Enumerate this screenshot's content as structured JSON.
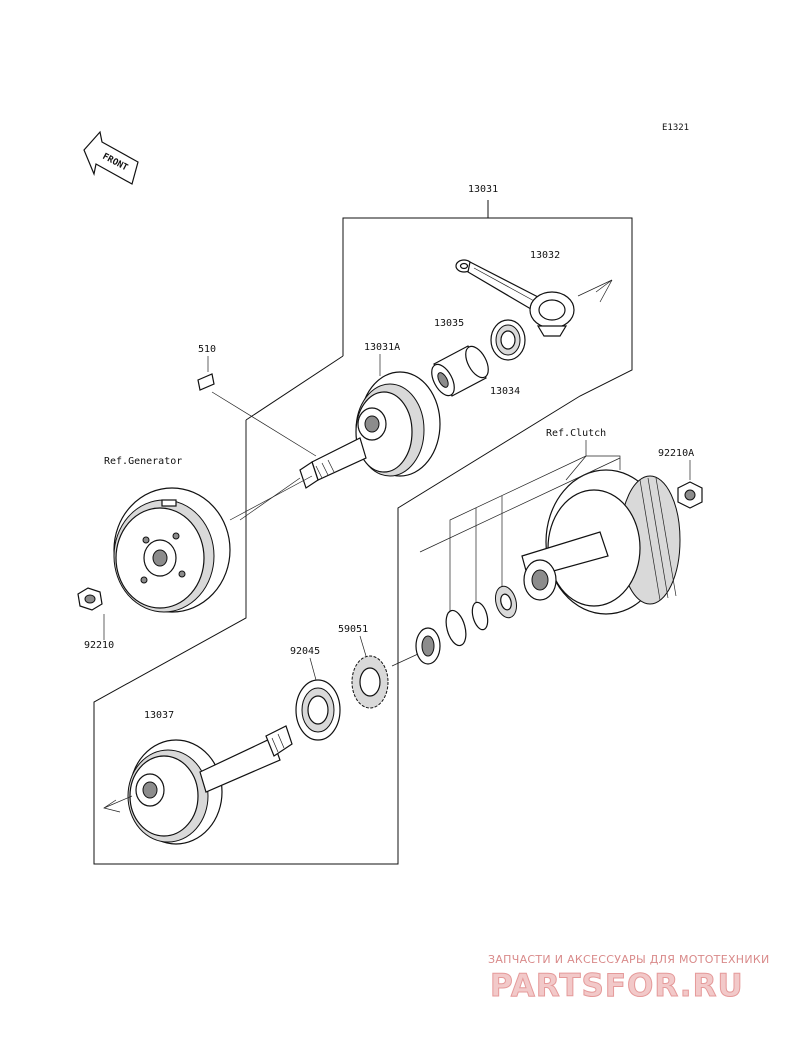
{
  "diagram_code": "E1321",
  "front_label": "FRONT",
  "parts": {
    "p13031": "13031",
    "p13032": "13032",
    "p13035": "13035",
    "p13034": "13034",
    "p13031A": "13031A",
    "p510": "510",
    "ref_generator": "Ref.Generator",
    "ref_clutch": "Ref.Clutch",
    "p92210A": "92210A",
    "p92210": "92210",
    "p92045": "92045",
    "p59051": "59051",
    "p13037": "13037"
  },
  "watermark": {
    "tagline": "ЗАПЧАСТИ И АКСЕССУАРЫ ДЛЯ МОТОТЕХНИКИ",
    "brand": "PARTSFOR.RU"
  }
}
